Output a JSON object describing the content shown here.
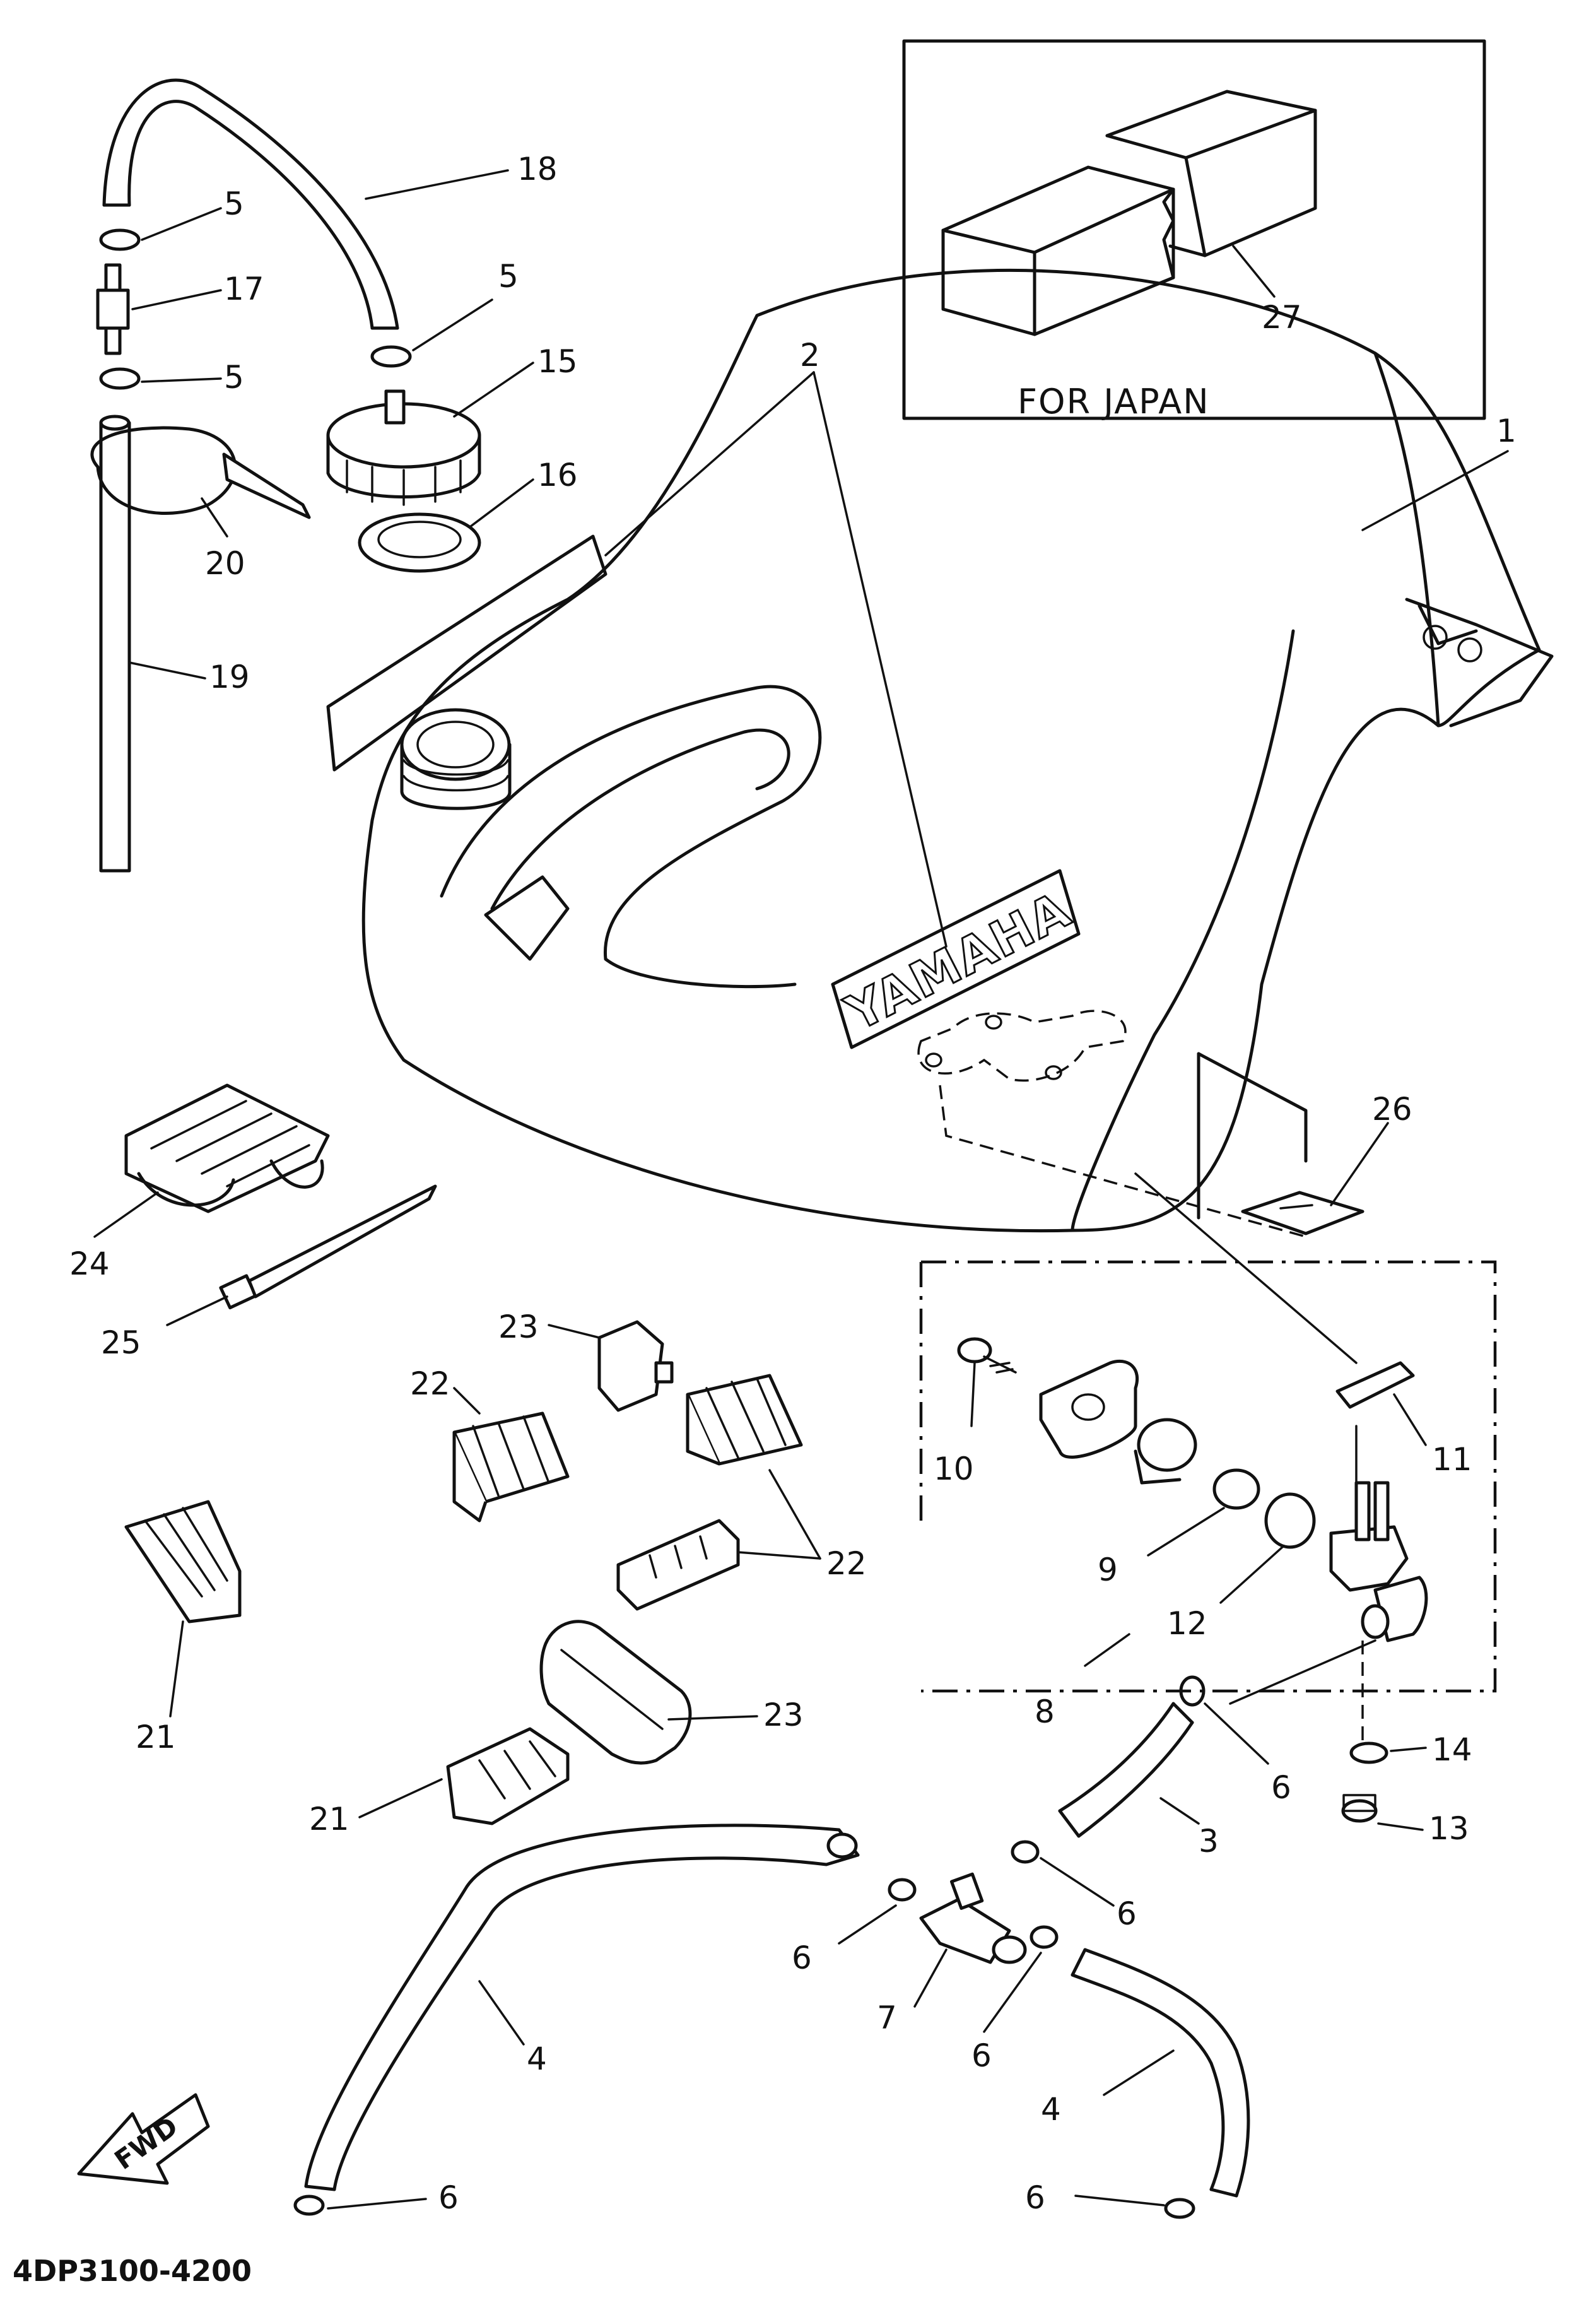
{
  "inset": {
    "caption": "FOR JAPAN"
  },
  "tank": {
    "brand": "YAMAHA"
  },
  "fwd": "FWD",
  "drawing_code": "4DP3100-4200",
  "callouts": {
    "c1": "1",
    "c2": "2",
    "c3": "3",
    "c4a": "4",
    "c4b": "4",
    "c5a": "5",
    "c5b": "5",
    "c5c": "5",
    "c6a": "6",
    "c6b": "6",
    "c6c": "6",
    "c6d": "6",
    "c6e": "6",
    "c6f": "6",
    "c7": "7",
    "c8": "8",
    "c9": "9",
    "c10": "10",
    "c11": "11",
    "c12": "12",
    "c13": "13",
    "c14": "14",
    "c15": "15",
    "c16": "16",
    "c17": "17",
    "c18": "18",
    "c19": "19",
    "c20": "20",
    "c21a": "21",
    "c21b": "21",
    "c22a": "22",
    "c22b": "22",
    "c23a": "23",
    "c23b": "23",
    "c24": "24",
    "c25": "25",
    "c26": "26",
    "c27": "27"
  }
}
